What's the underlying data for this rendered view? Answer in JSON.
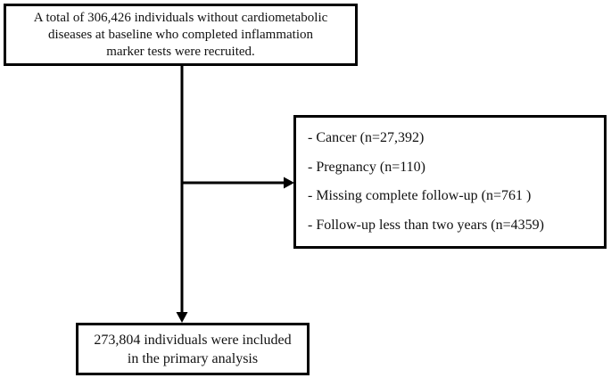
{
  "diagram": {
    "recruitment_box": {
      "lines": [
        "A total of 306,426 individuals without cardiometabolic",
        "diseases at baseline who completed inflammation",
        "marker tests were recruited."
      ]
    },
    "exclusion_box": {
      "items": [
        "- Cancer (n=27,392)",
        "- Pregnancy (n=110)",
        "- Missing complete follow-up (n=761 )",
        "- Follow-up less than two years (n=4359)"
      ]
    },
    "analysis_box": {
      "lines": [
        "273,804 individuals were included",
        "in the primary analysis"
      ]
    },
    "counts": {
      "recruited": "306,426",
      "excluded_cancer": "27,392",
      "excluded_pregnancy": "110",
      "excluded_missing_followup": "761",
      "excluded_short_followup": "4359",
      "included_primary_analysis": "273,804"
    }
  },
  "colors": {
    "border": "#000000",
    "arrow": "#000000",
    "text": "#111111",
    "background": "#ffffff"
  }
}
